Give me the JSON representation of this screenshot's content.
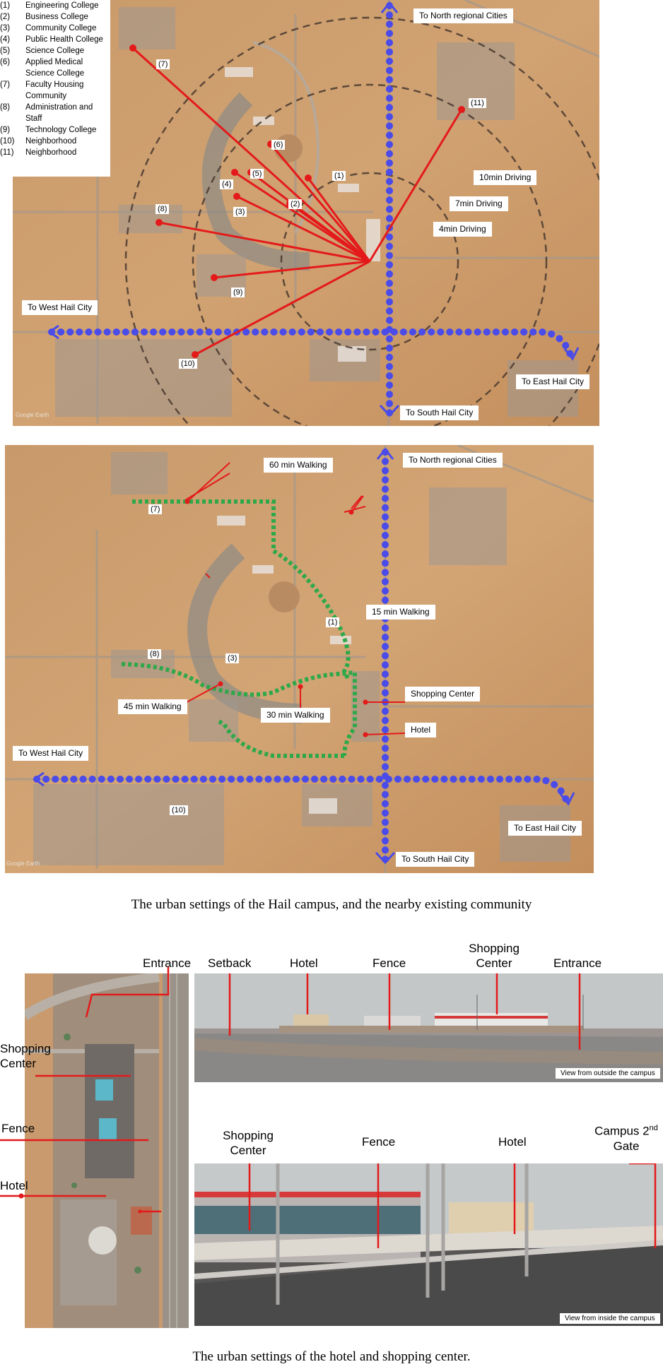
{
  "legend": [
    {
      "key": "(1)",
      "text": "Engineering College"
    },
    {
      "key": "(2)",
      "text": "Business College"
    },
    {
      "key": "(3)",
      "text": "Community College"
    },
    {
      "key": "(4)",
      "text": "Public Health College"
    },
    {
      "key": "(5)",
      "text": "Science College"
    },
    {
      "key": "(6)",
      "text": "Applied Medical Science College"
    },
    {
      "key": "(7)",
      "text": "Faculty Housing Community"
    },
    {
      "key": "(8)",
      "text": "Administration and Staff"
    },
    {
      "key": "(9)",
      "text": "Technology College"
    },
    {
      "key": "(10)",
      "text": "Neighborhood"
    },
    {
      "key": "(11)",
      "text": "Neighborhood"
    }
  ],
  "map1": {
    "north": "To North regional Cities",
    "west": "To West Hail City",
    "east": "To East Hail City",
    "south": "To South Hail City",
    "drive10": "10min Driving",
    "drive7": "7min Driving",
    "drive4": "4min Driving",
    "markers": {
      "m1": "(1)",
      "m2": "(2)",
      "m3": "(3)",
      "m4": "(4)",
      "m5": "(5)",
      "m6": "(6)",
      "m7": "(7)",
      "m8": "(8)",
      "m9": "(9)",
      "m10": "(10)",
      "m11": "(11)"
    },
    "google": "Google Earth"
  },
  "map2": {
    "north": "To North regional Cities",
    "west": "To West Hail City",
    "east": "To East Hail City",
    "south": "To South Hail City",
    "walk60": "60 min Walking",
    "walk15": "15 min Walking",
    "walk45": "45 min Walking",
    "walk30": "30 min Walking",
    "shopping": "Shopping Center",
    "hotel": "Hotel",
    "markers": {
      "m1": "(1)",
      "m3": "(3)",
      "m7": "(7)",
      "m8": "(8)",
      "m10": "(10)"
    },
    "google": "Google Earth"
  },
  "caption1": "The urban settings of the Hail campus, and the nearby existing community",
  "section3": {
    "entrance": "Entrance",
    "shopping": "Shopping Center",
    "fence": "Fence",
    "hotel": "Hotel",
    "photo1": {
      "setback": "Setback",
      "hotel": "Hotel",
      "fence": "Fence",
      "shopping": "Shopping Center",
      "entrance": "Entrance",
      "view": "View from outside the campus"
    },
    "photo2": {
      "shopping": "Shopping Center",
      "fence": "Fence",
      "hotel": "Hotel",
      "gate_main": "Campus 2",
      "gate_sup": "nd",
      "gate_tail": "Gate",
      "view": "View from inside the campus"
    }
  },
  "caption2": "The urban settings of the hotel and shopping center."
}
